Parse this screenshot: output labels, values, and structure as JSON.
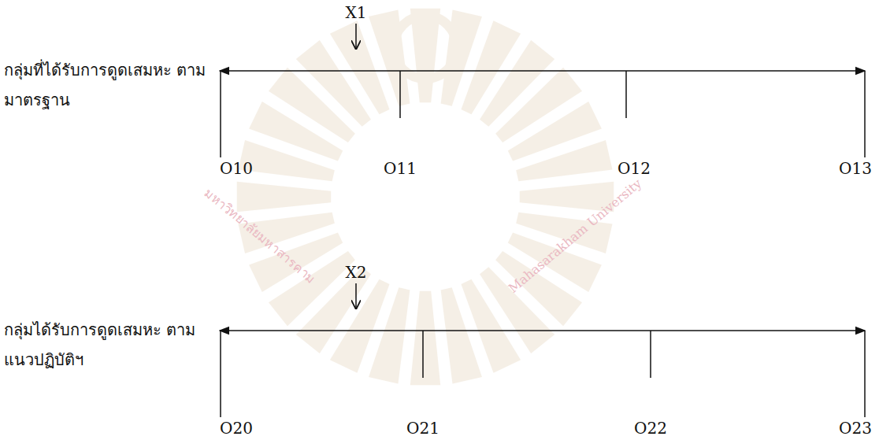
{
  "diagram": {
    "labels": [
      "กลุ่มที่ได้รับการดูดเสมหะ ตามมาตรฐาน",
      "X1",
      "O10",
      "O11",
      "O12",
      "O13",
      "กลุ่มได้รับการดูดเสมหะ ตามแนวปฏิบัติฯ",
      "X2",
      "O20",
      "O21",
      "O22",
      "O23",
      "มหาวิทยาลัยมหาสารคาม",
      "Mahasarakham University"
    ]
  }
}
